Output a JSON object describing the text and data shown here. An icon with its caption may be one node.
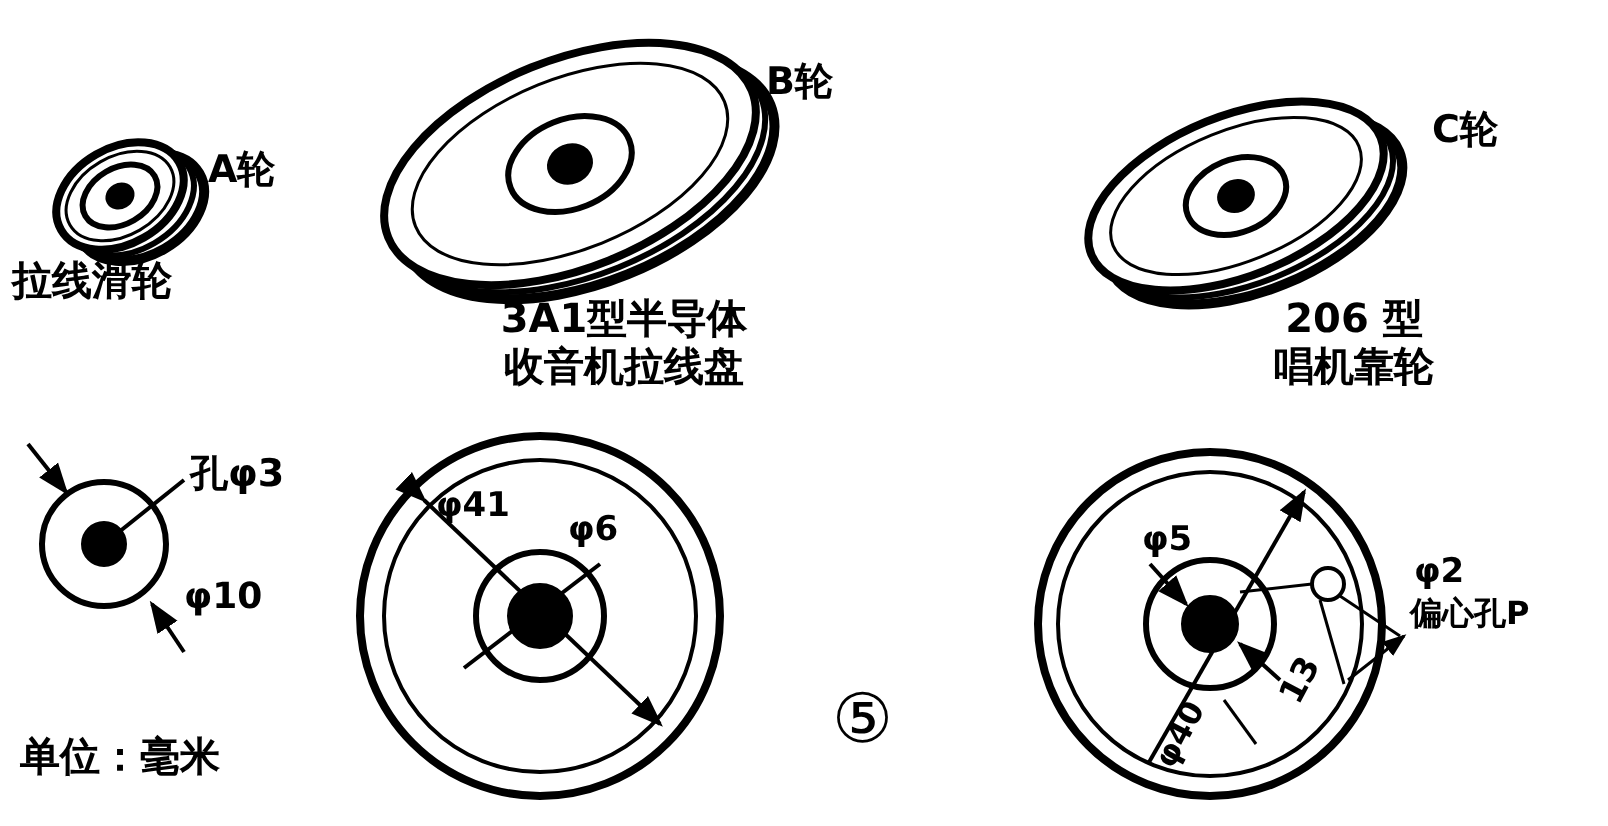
{
  "diagram": {
    "labels": [
      "A轮",
      "拉线滑轮",
      "B轮",
      "3A1型半导体收音机拉线盘",
      "C轮",
      "206 型唱机靠轮",
      "孔φ3",
      "φ10",
      "φ41",
      "φ6",
      "φ5",
      "φ2",
      "偏心孔P",
      "φ40",
      "13",
      "单位：毫米",
      "⑤"
    ]
  }
}
